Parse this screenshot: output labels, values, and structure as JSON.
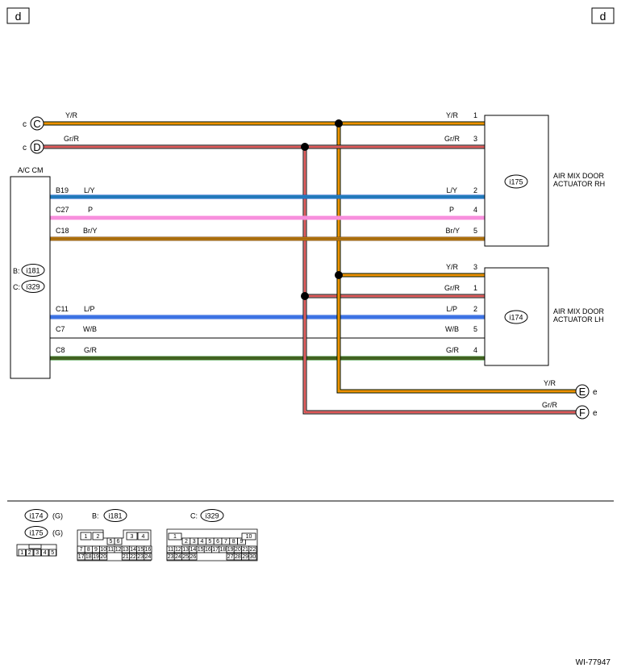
{
  "page_marks": {
    "left": "d",
    "right": "d"
  },
  "left_refs": [
    {
      "letter": "C",
      "code": "c"
    },
    {
      "letter": "D",
      "code": "c"
    }
  ],
  "right_refs": [
    {
      "letter": "E",
      "code": "e"
    },
    {
      "letter": "F",
      "code": "e"
    }
  ],
  "ac_cm": {
    "title": "A/C CM",
    "conn_b_label": "B:",
    "conn_b": "i181",
    "conn_c_label": "C:",
    "conn_c": "i329"
  },
  "actuator_rh": {
    "name_line1": "AIR MIX DOOR",
    "name_line2": "ACTUATOR RH",
    "connector": "i175"
  },
  "actuator_lh": {
    "name_line1": "AIR MIX DOOR",
    "name_line2": "ACTUATOR LH",
    "connector": "i174"
  },
  "wires": [
    {
      "id": "yr-top",
      "left_color_label": "Y/R",
      "right_color_label": "Y/R",
      "pin": "1",
      "colors": [
        "#000000",
        "#f2c200",
        "#f07000"
      ]
    },
    {
      "id": "grr-top",
      "left_color_label": "Gr/R",
      "right_color_label": "Gr/R",
      "pin": "3",
      "colors": [
        "#000000",
        "#ffb0b0",
        "#cc2222"
      ]
    },
    {
      "id": "ly",
      "cm_pin": "B19",
      "left_color_label": "L/Y",
      "right_color_label": "L/Y",
      "pin": "2",
      "colors": [
        "#1a4fd0",
        "#2fb7a0",
        "#1a4fd0"
      ]
    },
    {
      "id": "p",
      "cm_pin": "C27",
      "left_color_label": "P",
      "right_color_label": "P",
      "pin": "4",
      "colors": [
        "#ff9ee3",
        "#ee7ad6",
        "#ff9ee3"
      ]
    },
    {
      "id": "bry",
      "cm_pin": "C18",
      "left_color_label": "Br/Y",
      "right_color_label": "Br/Y",
      "pin": "5",
      "colors": [
        "#7a4a1a",
        "#f2a400",
        "#7a4a1a"
      ]
    },
    {
      "id": "yr-lh",
      "left_color_label": "",
      "right_color_label": "Y/R",
      "pin": "3",
      "colors": [
        "#000000",
        "#f2c200",
        "#f07000"
      ]
    },
    {
      "id": "grr-lh",
      "left_color_label": "",
      "right_color_label": "Gr/R",
      "pin": "1",
      "colors": [
        "#000000",
        "#ffb0b0",
        "#cc2222"
      ]
    },
    {
      "id": "lp",
      "cm_pin": "C11",
      "left_color_label": "L/P",
      "right_color_label": "L/P",
      "pin": "2",
      "colors": [
        "#1a4fd0",
        "#6fa6ff",
        "#1a4fd0"
      ]
    },
    {
      "id": "wb",
      "cm_pin": "C7",
      "left_color_label": "W/B",
      "right_color_label": "W/B",
      "pin": "5",
      "colors": [
        "#000000"
      ]
    },
    {
      "id": "gr",
      "cm_pin": "C8",
      "left_color_label": "G/R",
      "right_color_label": "G/R",
      "pin": "4",
      "colors": [
        "#1b8a1b",
        "#7a2a2a",
        "#1b8a1b"
      ]
    },
    {
      "id": "yr-e",
      "left_color_label": "",
      "right_color_label": "Y/R",
      "pin": "",
      "colors": [
        "#000000",
        "#f2c200",
        "#f07000"
      ]
    },
    {
      "id": "grr-f",
      "left_color_label": "",
      "right_color_label": "Gr/R",
      "pin": "",
      "colors": [
        "#000000",
        "#ffb0b0",
        "#cc2222"
      ]
    }
  ],
  "legend": {
    "i174": "i174",
    "i174_suffix": "(G)",
    "i175": "i175",
    "i175_suffix": "(G)",
    "small_pins": [
      "1",
      "2",
      "3",
      "4",
      "5"
    ],
    "b_label": "B:",
    "b_conn": "i181",
    "b_pins": [
      "1",
      "2",
      "3",
      "4",
      "5",
      "6",
      "7",
      "8",
      "9",
      "10",
      "11",
      "12",
      "13",
      "14",
      "15",
      "16",
      "17",
      "18",
      "19",
      "20",
      "21",
      "22",
      "23",
      "24"
    ],
    "c_label": "C:",
    "c_conn": "i329",
    "c_pins": [
      "1",
      "2",
      "3",
      "4",
      "5",
      "6",
      "7",
      "8",
      "9",
      "10",
      "11",
      "12",
      "13",
      "14",
      "15",
      "16",
      "17",
      "18",
      "19",
      "20",
      "21",
      "22",
      "23",
      "24",
      "25",
      "26",
      "27",
      "28",
      "29",
      "30"
    ]
  },
  "figure_code": "WI-77947"
}
